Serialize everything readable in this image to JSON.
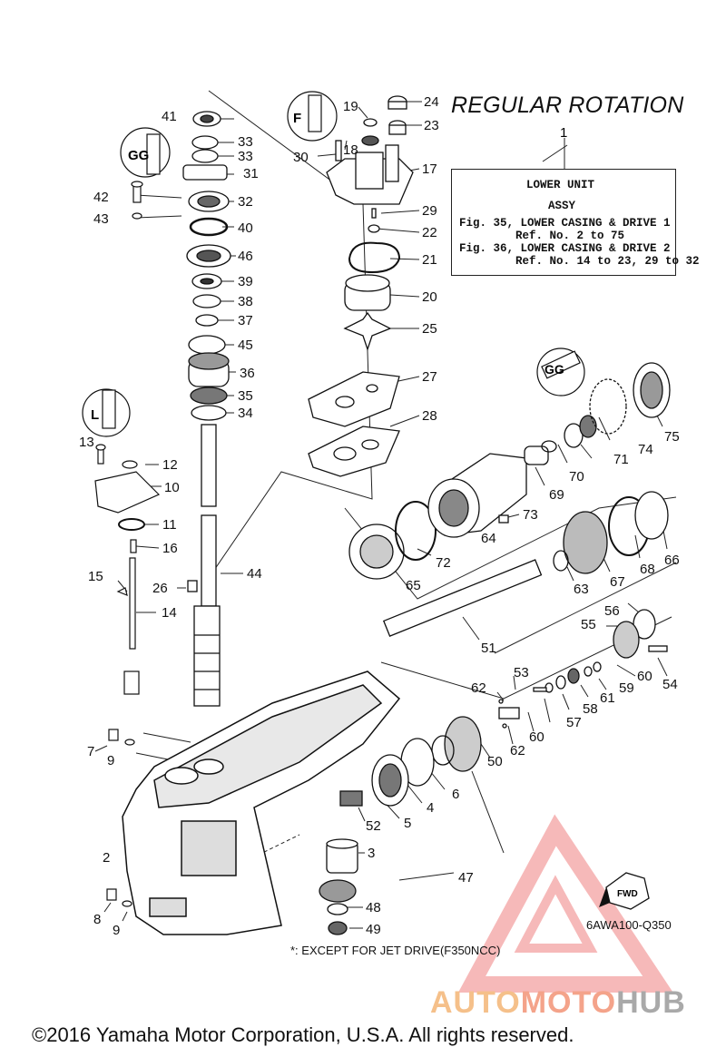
{
  "header": {
    "title": "REGULAR ROTATION"
  },
  "info_box": {
    "ref_number": "1",
    "line1": "LOWER UNIT",
    "line2": "ASSY",
    "line3": "Fig. 35, LOWER CASING & DRIVE 1",
    "line4": "Ref. No. 2 to 75",
    "line5": "Fig. 36, LOWER CASING & DRIVE 2",
    "line6": "Ref. No. 14 to 23, 29 to 32"
  },
  "part_labels": {
    "p41": "41",
    "p33a": "33",
    "p33b": "33",
    "p31": "31",
    "p42": "42",
    "p43": "43",
    "p32": "32",
    "p40": "40",
    "p46": "46",
    "p39": "39",
    "p38": "38",
    "p37": "37",
    "p45": "45",
    "p36": "36",
    "p35": "35",
    "p34": "34",
    "p13": "13",
    "p12": "12",
    "p10": "10",
    "p11": "11",
    "p16": "16",
    "p15": "15",
    "p26": "26",
    "p44": "44",
    "p14": "14",
    "p7": "7",
    "p9a": "9",
    "p2": "2",
    "p8": "8",
    "p9b": "9",
    "p19": "19",
    "p24": "24",
    "p23": "23",
    "p18": "18",
    "p30": "30",
    "p17": "17",
    "p29": "29",
    "p22": "22",
    "p21": "21",
    "p20": "20",
    "p25": "25",
    "p27": "27",
    "p28": "28",
    "p70": "70",
    "p71": "71",
    "p74": "74",
    "p75": "75",
    "p69": "69",
    "p73": "73",
    "p64": "64",
    "p65": "65",
    "p72": "72",
    "p68": "68",
    "p66": "66",
    "p63": "63",
    "p67": "67",
    "p56": "56",
    "p55": "55",
    "p51": "51",
    "p60a": "60",
    "p54": "54",
    "p53": "53",
    "p62a": "62",
    "p59": "59",
    "p61": "61",
    "p58": "58",
    "p57": "57",
    "p60b": "60",
    "p62b": "62",
    "p50": "50",
    "p6": "6",
    "p4": "4",
    "p5": "5",
    "p52": "52",
    "p3": "3",
    "p47": "47",
    "p48": "48",
    "p49": "49"
  },
  "badges": {
    "gg1": "GG",
    "f1": "F",
    "gg2": "GG",
    "l1": "L"
  },
  "fwd_label": "FWD",
  "diagram_code": "6AWA100-Q350",
  "footnote": "*: EXCEPT FOR JET DRIVE(F350NCC)",
  "watermark": {
    "part1": "AUTO",
    "part2": "MOTO",
    "part3": "HUB"
  },
  "copyright": "©2016 Yamaha Motor Corporation, U.S.A. All rights reserved."
}
